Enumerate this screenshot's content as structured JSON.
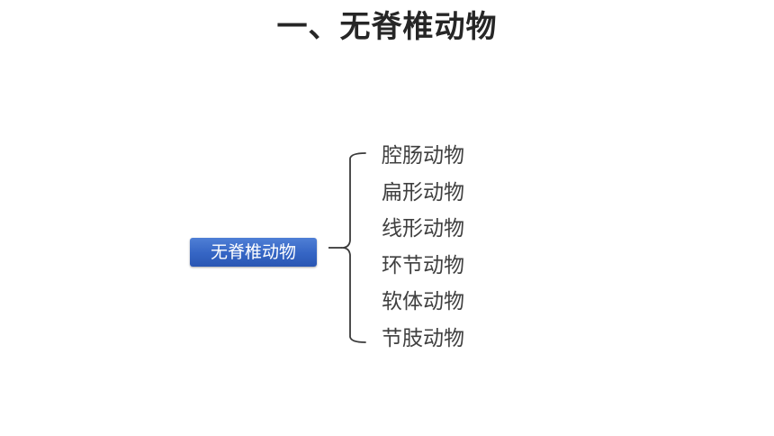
{
  "title": "一、无脊椎动物",
  "diagram": {
    "root": "无脊椎动物",
    "children": [
      {
        "label": "腔肠动物"
      },
      {
        "label": "扁形动物"
      },
      {
        "label": "线形动物"
      },
      {
        "label": "环节动物"
      },
      {
        "label": "软体动物"
      },
      {
        "label": "节肢动物"
      }
    ]
  },
  "colors": {
    "node_fill": "#3565c4",
    "node_text": "#ffffff",
    "brace": "#3a3a3a",
    "child_text": "#404040",
    "title_text": "#262626"
  }
}
